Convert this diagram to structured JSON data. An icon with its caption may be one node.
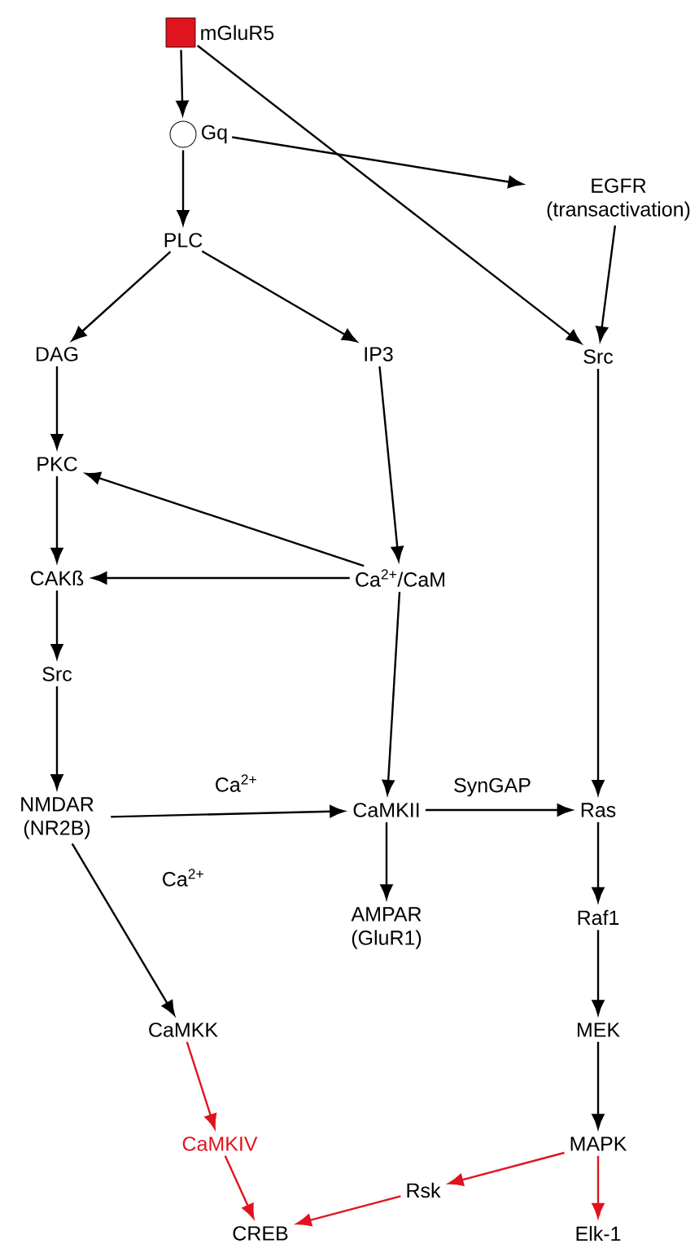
{
  "diagram": {
    "nodes": [
      {
        "text": [],
        "shape": "box",
        "beside": [
          "mGluR5"
        ]
      },
      {
        "text": [],
        "shape": "circle",
        "beside": [
          "Gq"
        ]
      },
      {
        "text": [
          "PLC"
        ]
      },
      {
        "text": [
          "DAG"
        ]
      },
      {
        "text": [
          "IP3"
        ]
      },
      {
        "text": [
          "EGFR (transactivation)"
        ]
      },
      {
        "text": [
          "Src"
        ]
      },
      {
        "text": [
          "PKC"
        ]
      },
      {
        "text": [
          "Ca$^{2+}$/CaM"
        ]
      },
      {
        "text": [
          "CAKß"
        ]
      },
      {
        "text": [
          "Src"
        ]
      },
      {
        "text": [
          "NMDAR (NR2B)"
        ]
      },
      {
        "text": [
          "CaMKII"
        ]
      },
      {
        "text": [
          "Ras"
        ]
      },
      {
        "text": [
          "AMPAR (GluR1)"
        ]
      },
      {
        "text": [
          "Raf1"
        ]
      },
      {
        "text": [
          "CaMKK"
        ]
      },
      {
        "text": [
          "MEK"
        ]
      },
      {
        "text": [
          "CaMKIV"
        ]
      },
      {
        "text": [
          "MAPK"
        ]
      },
      {
        "text": [
          "Rsk"
        ]
      },
      {
        "text": [
          "CREB"
        ]
      },
      {
        "text": [
          "Elk-1"
        ]
      }
    ],
    "edges": [
      {
        "from": 0,
        "to": 1,
        "arrow": "to"
      },
      {
        "from": 0,
        "to": 6,
        "arrow": "to"
      },
      {
        "from": 1,
        "to": 5,
        "arrow": "to"
      },
      {
        "from": 1,
        "to": 2,
        "arrow": "to"
      },
      {
        "from": 2,
        "to": 3,
        "arrow": "to"
      },
      {
        "from": 2,
        "to": 4,
        "arrow": "to"
      },
      {
        "from": 5,
        "to": 6,
        "arrow": "to"
      },
      {
        "from": 3,
        "to": 7,
        "arrow": "to"
      },
      {
        "from": 4,
        "to": 8,
        "arrow": "to"
      },
      {
        "from": 8,
        "to": 7,
        "arrow": "to"
      },
      {
        "from": 8,
        "to": 9,
        "arrow": "to"
      },
      {
        "from": 7,
        "to": 9,
        "arrow": "to"
      },
      {
        "from": 9,
        "to": 10,
        "arrow": "to"
      },
      {
        "from": 10,
        "to": 11,
        "arrow": "to"
      },
      {
        "from": 8,
        "to": 12,
        "arrow": "to"
      },
      {
        "from": 6,
        "to": 13,
        "arrow": "to"
      },
      {
        "from": 11,
        "to": 12,
        "arrow": "to",
        "label": "Ca$^{2+}$"
      },
      {
        "from": 12,
        "to": 13,
        "arrow": "to",
        "label": "SynGAP"
      },
      {
        "from": 12,
        "to": 14,
        "arrow": "to"
      },
      {
        "from": 11,
        "to": 16,
        "arrow": "to",
        "label": "Ca$^{2+}$"
      },
      {
        "from": 13,
        "to": 15,
        "arrow": "to"
      },
      {
        "from": 15,
        "to": 17,
        "arrow": "to"
      },
      {
        "from": 17,
        "to": 19,
        "arrow": "to"
      },
      {
        "from": 16,
        "to": 18,
        "arrow": "to",
        "color": "#e0141e"
      },
      {
        "from": 18,
        "to": 21,
        "arrow": "to",
        "color": "#e0141e"
      },
      {
        "from": 19,
        "to": 20,
        "arrow": "to",
        "color": "#e0141e"
      },
      {
        "from": 20,
        "to": 21,
        "arrow": "to",
        "color": "#e0141e"
      },
      {
        "from": 19,
        "to": 22,
        "arrow": "to",
        "color": "#e0141e"
      }
    ]
  }
}
